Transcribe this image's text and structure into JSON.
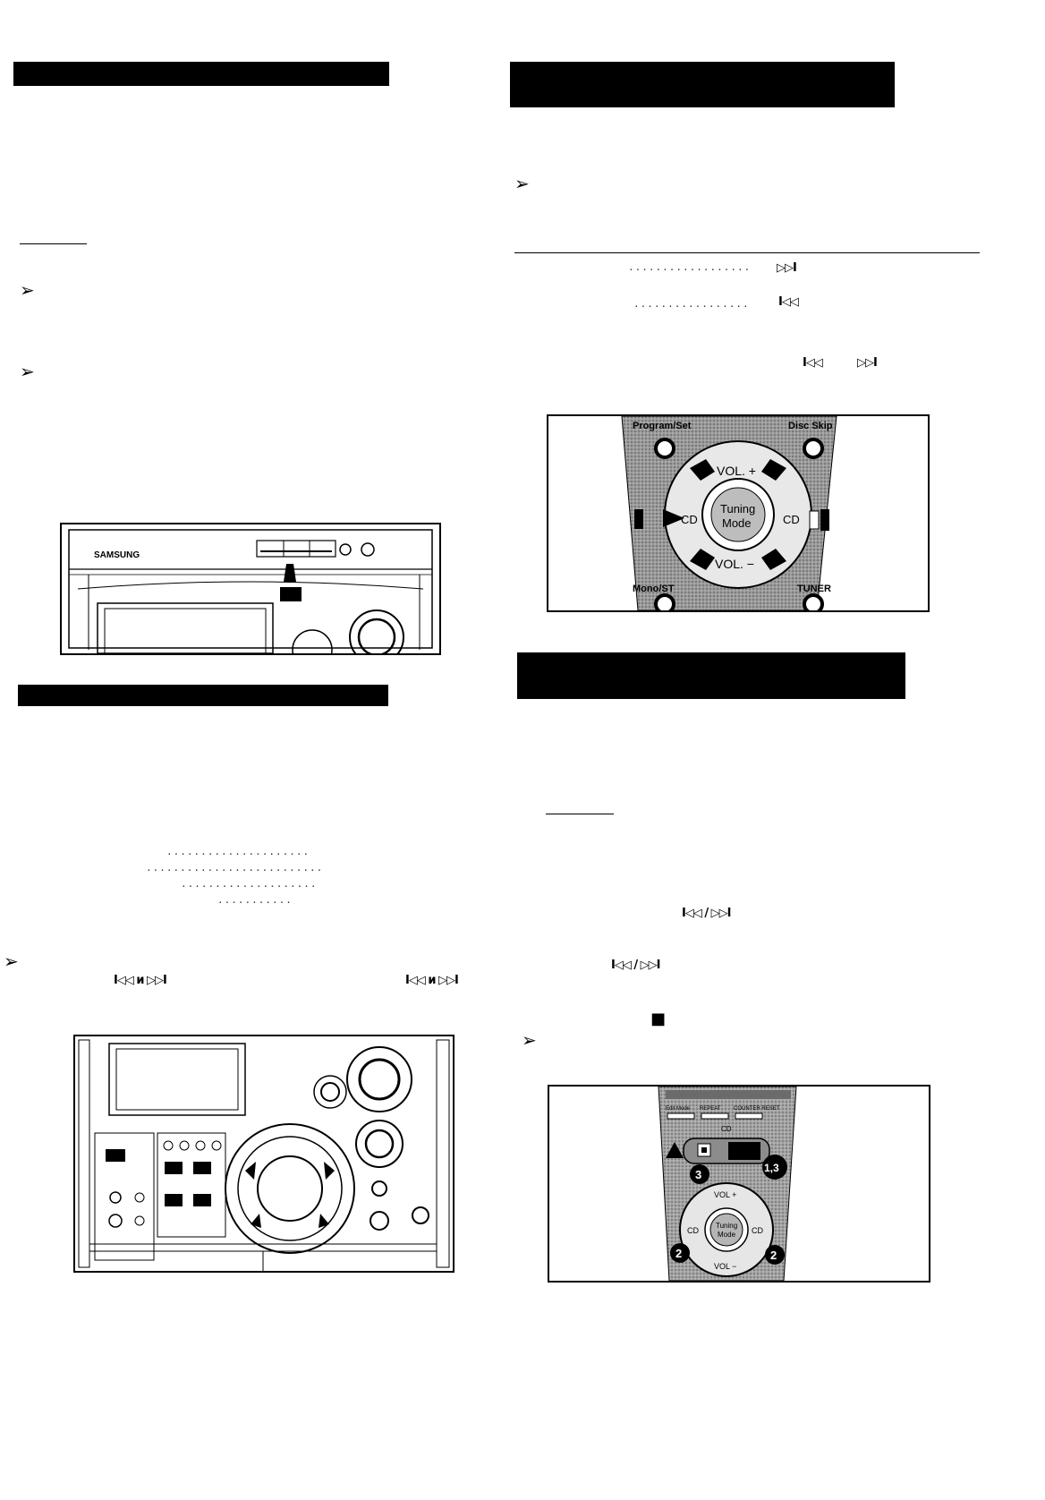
{
  "icons": {
    "bullet": "arrowhead-bullet-icon",
    "next": "skip-next-icon",
    "prev": "skip-prev-icon",
    "stop": "stop-square-icon"
  },
  "symbols": {
    "next": "▷▷I",
    "prev": "I◁◁",
    "prev_and_next": "I◁◁ и ▷▷I",
    "prev_slash_next": "I◁◁ / ▷▷I",
    "bullet": "➢",
    "stop": "■"
  },
  "left_figure_front": {
    "brand": "SAMSUNG"
  },
  "remote_figure_1": {
    "top_left_label": "Program/Set",
    "top_right_label": "Disc Skip",
    "bottom_left_label": "Mono/ST",
    "bottom_right_label": "TUNER",
    "vol_up": "VOL. +",
    "vol_down": "VOL. −",
    "center": [
      "Tuning",
      "Mode"
    ],
    "left_key": "CD",
    "right_key": "CD"
  },
  "remote_figure_2": {
    "row_labels": [
      "Edit Mode",
      "REPEAT",
      "COUNTER RESET"
    ],
    "cd_label": "CD",
    "vol_up": "VOL +",
    "vol_down": "VOL −",
    "center": [
      "Tuning",
      "Mode"
    ],
    "left_key": "CD",
    "right_key": "CD",
    "callout_stop": "3",
    "callout_next": "1,3",
    "callout_left": "2",
    "callout_right": "2"
  }
}
